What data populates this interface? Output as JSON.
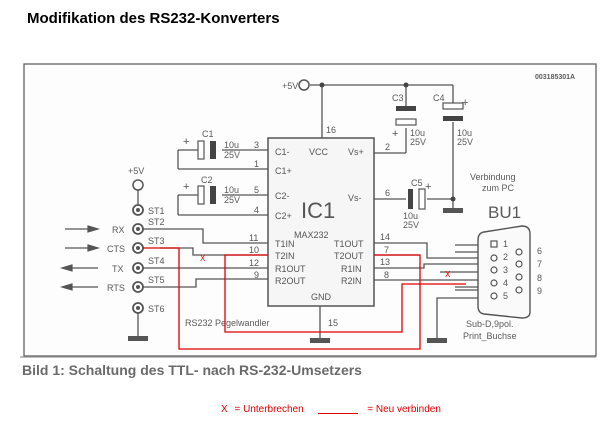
{
  "page_title": "Modifikation des RS232-Konverters",
  "figure": {
    "doc_code": "003185301A",
    "caption": "Bild 1: Schaltung des TTL- nach RS-232-Umsetzers",
    "ic": {
      "ref": "IC1",
      "part": "MAX232",
      "pins_left": [
        {
          "name": "C1-",
          "num": "3"
        },
        {
          "name": "C1+",
          "num": "1"
        },
        {
          "name": "C2-",
          "num": "5"
        },
        {
          "name": "C2+",
          "num": "4"
        },
        {
          "name": "T1IN",
          "num": "11"
        },
        {
          "name": "T2IN",
          "num": "10"
        },
        {
          "name": "R1OUT",
          "num": "12"
        },
        {
          "name": "R2OUT",
          "num": "9"
        }
      ],
      "pins_right": [
        {
          "name": "Vs+",
          "num": "2"
        },
        {
          "name": "Vs-",
          "num": "6"
        },
        {
          "name": "T1OUT",
          "num": "14"
        },
        {
          "name": "T2OUT",
          "num": "7"
        },
        {
          "name": "R1IN",
          "num": "13"
        },
        {
          "name": "R2IN",
          "num": "8"
        }
      ],
      "vcc": {
        "name": "VCC",
        "num": "16"
      },
      "gnd": {
        "name": "GND",
        "num": "15"
      }
    },
    "capacitors": [
      {
        "ref": "C1",
        "value": "10u",
        "voltage": "25V"
      },
      {
        "ref": "C2",
        "value": "10u",
        "voltage": "25V"
      },
      {
        "ref": "C3",
        "value": "10u",
        "voltage": "25V"
      },
      {
        "ref": "C4",
        "value": "10u",
        "voltage": "25V"
      },
      {
        "ref": "C5",
        "value": "10u",
        "voltage": "25V"
      }
    ],
    "supply": "+5V",
    "supply_left": "+5V",
    "terminals": [
      {
        "ref": "ST1",
        "signal": ""
      },
      {
        "ref": "ST2",
        "signal": "RX"
      },
      {
        "ref": "ST3",
        "signal": "CTS"
      },
      {
        "ref": "ST4",
        "signal": "TX"
      },
      {
        "ref": "ST5",
        "signal": "RTS"
      },
      {
        "ref": "ST6",
        "signal": ""
      }
    ],
    "block_label": "RS232 Pegelwandler",
    "connector": {
      "ref": "BU1",
      "title_line1": "Verbindung",
      "title_line2": "zum PC",
      "type_line1": "Sub-D,9pol.",
      "type_line2": "Print_Buchse",
      "pins_left": [
        "1",
        "2",
        "3",
        "4",
        "5"
      ],
      "pins_right": [
        "6",
        "7",
        "8",
        "9"
      ]
    },
    "break_mark": "X"
  },
  "legend": {
    "break_symbol": "X",
    "break_text": "= Unterbrechen",
    "connect_text": "= Neu verbinden",
    "color": "#e00000"
  }
}
